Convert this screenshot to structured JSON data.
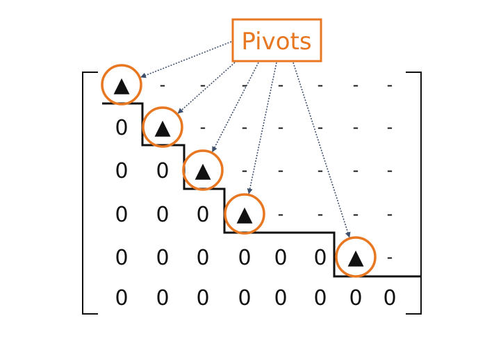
{
  "label": {
    "text": "Pivots"
  },
  "colors": {
    "accent": "#E87722",
    "ink": "#111111",
    "arrow": "#3D4F6B"
  },
  "pivot_symbol": "▲",
  "matrix": {
    "rows": [
      [
        "▲",
        "-",
        "-",
        "-",
        "-",
        "-",
        "-",
        "-"
      ],
      [
        "0",
        "▲",
        "-",
        "-",
        "-",
        "-",
        "-",
        "-"
      ],
      [
        "0",
        "0",
        "▲",
        "-",
        "-",
        "-",
        "-",
        "-"
      ],
      [
        "0",
        "0",
        "0",
        "▲",
        "-",
        "-",
        "-",
        "-"
      ],
      [
        "0",
        "0",
        "0",
        "0",
        "0",
        "0",
        "▲",
        "-"
      ],
      [
        "0",
        "0",
        "0",
        "0",
        "0",
        "0",
        "0",
        "0"
      ]
    ],
    "pivots": [
      {
        "row": 0,
        "col": 0
      },
      {
        "row": 1,
        "col": 1
      },
      {
        "row": 2,
        "col": 2
      },
      {
        "row": 3,
        "col": 3
      },
      {
        "row": 4,
        "col": 6
      }
    ]
  }
}
